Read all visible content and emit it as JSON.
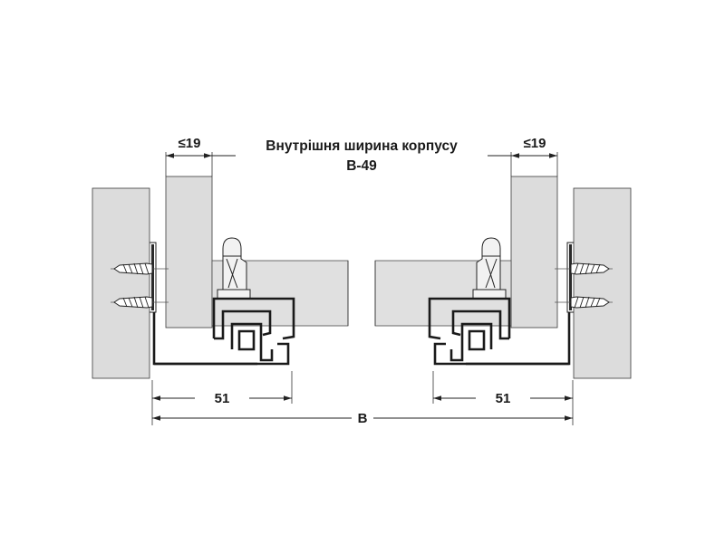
{
  "diagram": {
    "title_line1": "Внутрішня ширина корпусу",
    "title_line2": "B-49",
    "dim_left_top": "≤19",
    "dim_right_top": "≤19",
    "dim_left_bottom": "51",
    "dim_right_bottom": "51",
    "dim_overall": "B"
  },
  "colors": {
    "panel_fill": "#dcdcdc",
    "rail_stroke": "#1a1a1a",
    "line": "#222222"
  }
}
